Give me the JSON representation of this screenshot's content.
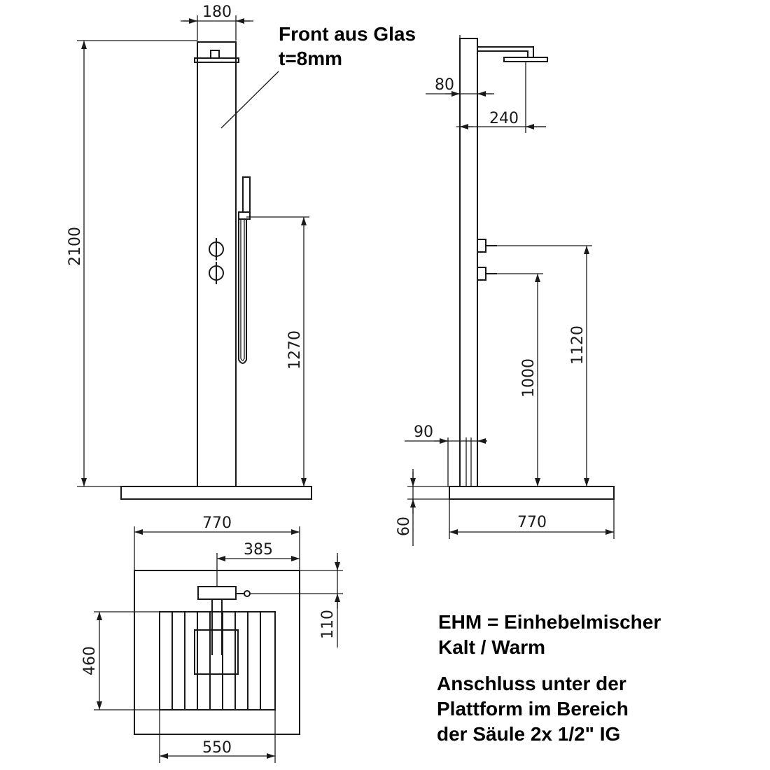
{
  "annotations": {
    "glass_line1": "Front aus Glas",
    "glass_line2": "t=8mm"
  },
  "dimensions": {
    "front_width": "180",
    "front_height": "2100",
    "front_handshower": "1270",
    "side_80": "80",
    "side_240": "240",
    "side_1120": "1120",
    "side_1000": "1000",
    "side_90": "90",
    "side_60": "60",
    "side_770": "770",
    "top_770": "770",
    "top_385": "385",
    "top_110": "110",
    "top_460": "460",
    "top_550": "550"
  },
  "notes": {
    "line1": "EHM = Einhebelmischer",
    "line2": "Kalt / Warm",
    "line3": "Anschluss unter der",
    "line4": "Plattform im Bereich",
    "line5": "der Säule 2x 1/2\" IG"
  },
  "colors": {
    "ink": "#1a1a1a"
  }
}
